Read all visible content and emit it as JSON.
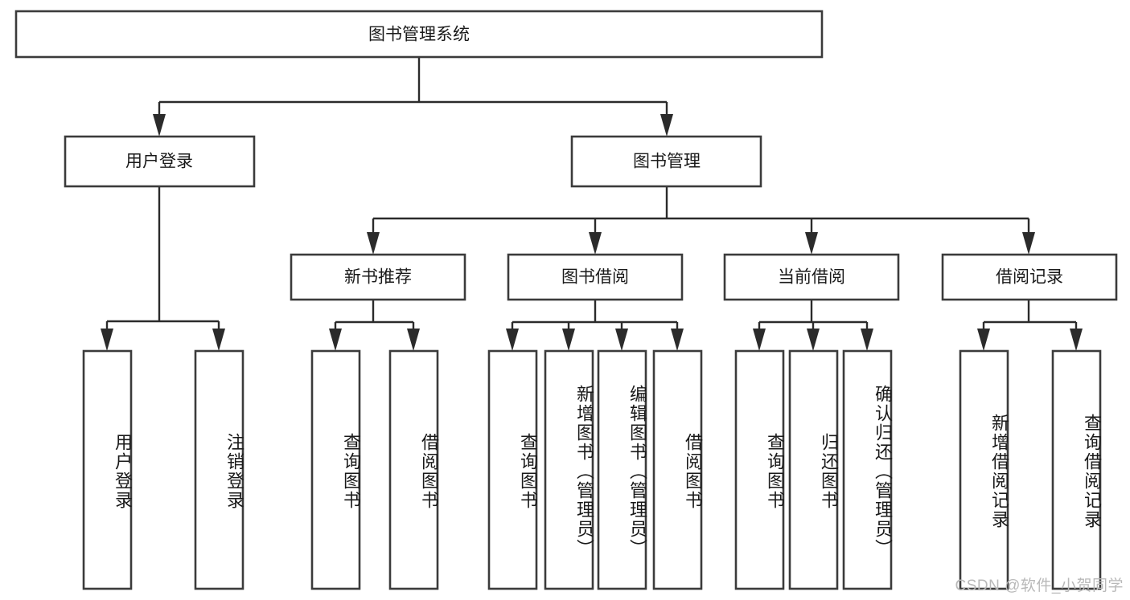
{
  "diagram": {
    "title": "图书管理系统",
    "type": "tree-hierarchy",
    "root": {
      "label": "图书管理系统"
    },
    "level2": [
      {
        "label": "用户登录"
      },
      {
        "label": "图书管理"
      }
    ],
    "level3": [
      {
        "label": "新书推荐"
      },
      {
        "label": "图书借阅"
      },
      {
        "label": "当前借阅"
      },
      {
        "label": "借阅记录"
      }
    ],
    "leaves": {
      "user_login": [
        {
          "label": "用户登录"
        },
        {
          "label": "注销登录"
        }
      ],
      "new_book_recommend": [
        {
          "label": "查询图书"
        },
        {
          "label": "借阅图书"
        }
      ],
      "book_borrow": [
        {
          "label": "查询图书"
        },
        {
          "label": "新增图书（管理员）"
        },
        {
          "label": "编辑图书（管理员）"
        },
        {
          "label": "借阅图书"
        }
      ],
      "current_borrow": [
        {
          "label": "查询图书"
        },
        {
          "label": "归还图书"
        },
        {
          "label": "确认归还（管理员）"
        }
      ],
      "borrow_record": [
        {
          "label": "新增借阅记录"
        },
        {
          "label": "查询借阅记录"
        }
      ]
    }
  },
  "watermark": {
    "text": "CSDN @软件_小贺同学"
  },
  "colors": {
    "box_stroke": "#3b3b3b",
    "connector": "#2b2b2b",
    "text": "#1a1a1a",
    "background": "#ffffff",
    "watermark": "#b9b9b9"
  }
}
